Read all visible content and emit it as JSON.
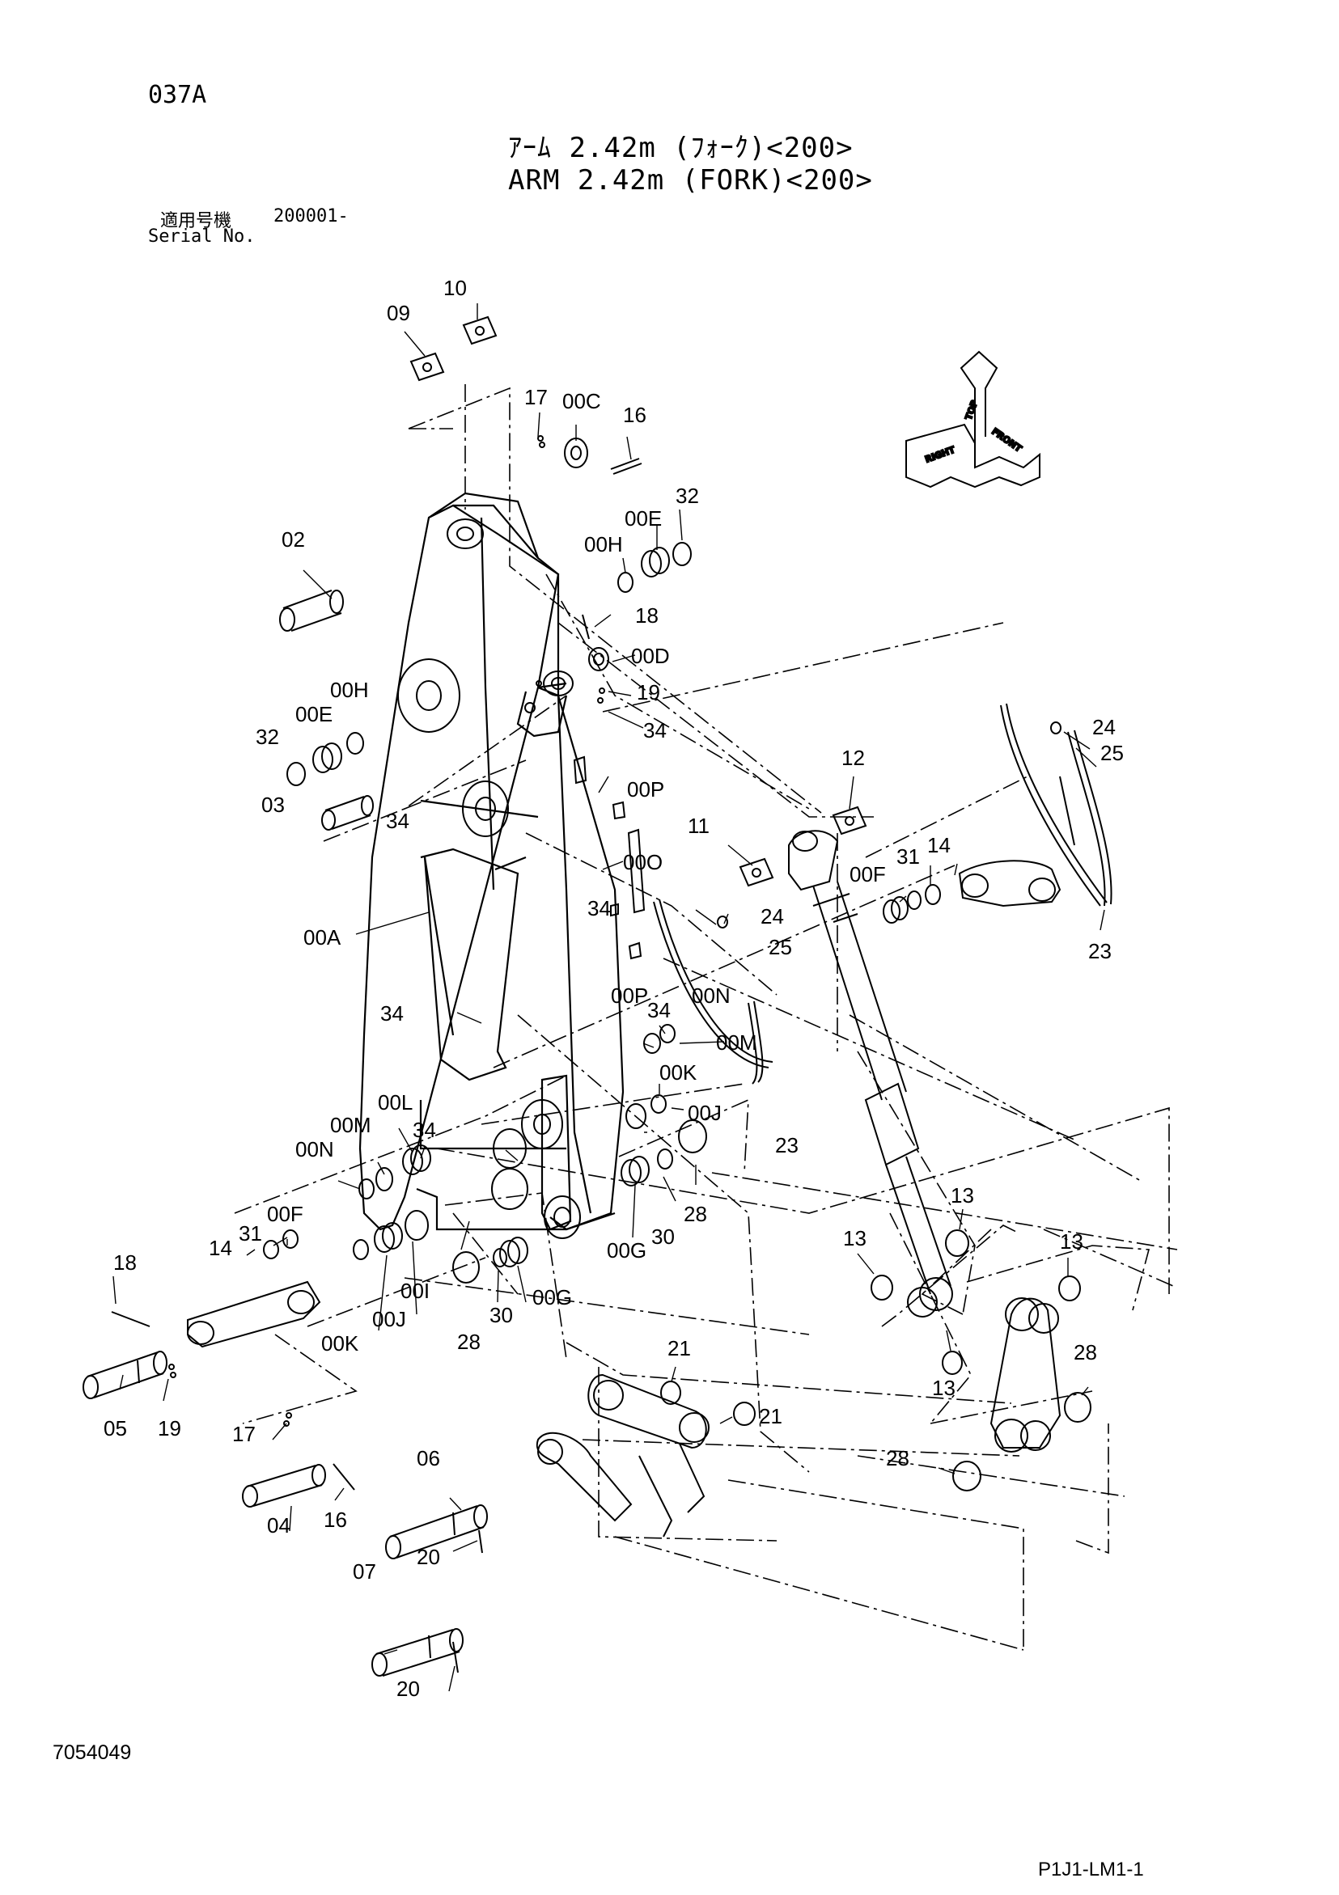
{
  "header": {
    "page_code": "037A",
    "title_jp": "ｱｰﾑ 2.42m (ﾌｫｰｸ)<200>",
    "title_en": "ARM 2.42m (FORK)<200>",
    "serial_label_jp": "適用号機",
    "serial_value": "200001-",
    "serial_label_en": "Serial No."
  },
  "footer": {
    "drawing_number": "7054049",
    "page_ref": "P1J1-LM1-1"
  },
  "orientation": {
    "top": "TOP",
    "right": "RIGHT",
    "front": "FRONT"
  },
  "callouts": [
    "09",
    "10",
    "17",
    "00C",
    "16",
    "32",
    "00E",
    "00H",
    "02",
    "18",
    "00D",
    "19",
    "34",
    "00H",
    "00E",
    "32",
    "03",
    "34",
    "00P",
    "12",
    "11",
    "00O",
    "24",
    "25",
    "24",
    "25",
    "31",
    "14",
    "00F",
    "23",
    "00A",
    "34",
    "34",
    "00P",
    "34",
    "00N",
    "00M",
    "00K",
    "00J",
    "00L",
    "00M",
    "00N",
    "34",
    "28",
    "30",
    "00G",
    "13",
    "13",
    "13",
    "18",
    "14",
    "31",
    "00F",
    "00K",
    "00J",
    "00I",
    "28",
    "30",
    "00G",
    "05",
    "19",
    "21",
    "21",
    "28",
    "13",
    "28",
    "17",
    "04",
    "16",
    "06",
    "20",
    "07",
    "20",
    "23"
  ],
  "icons": [
    "orientation-compass-icon"
  ]
}
